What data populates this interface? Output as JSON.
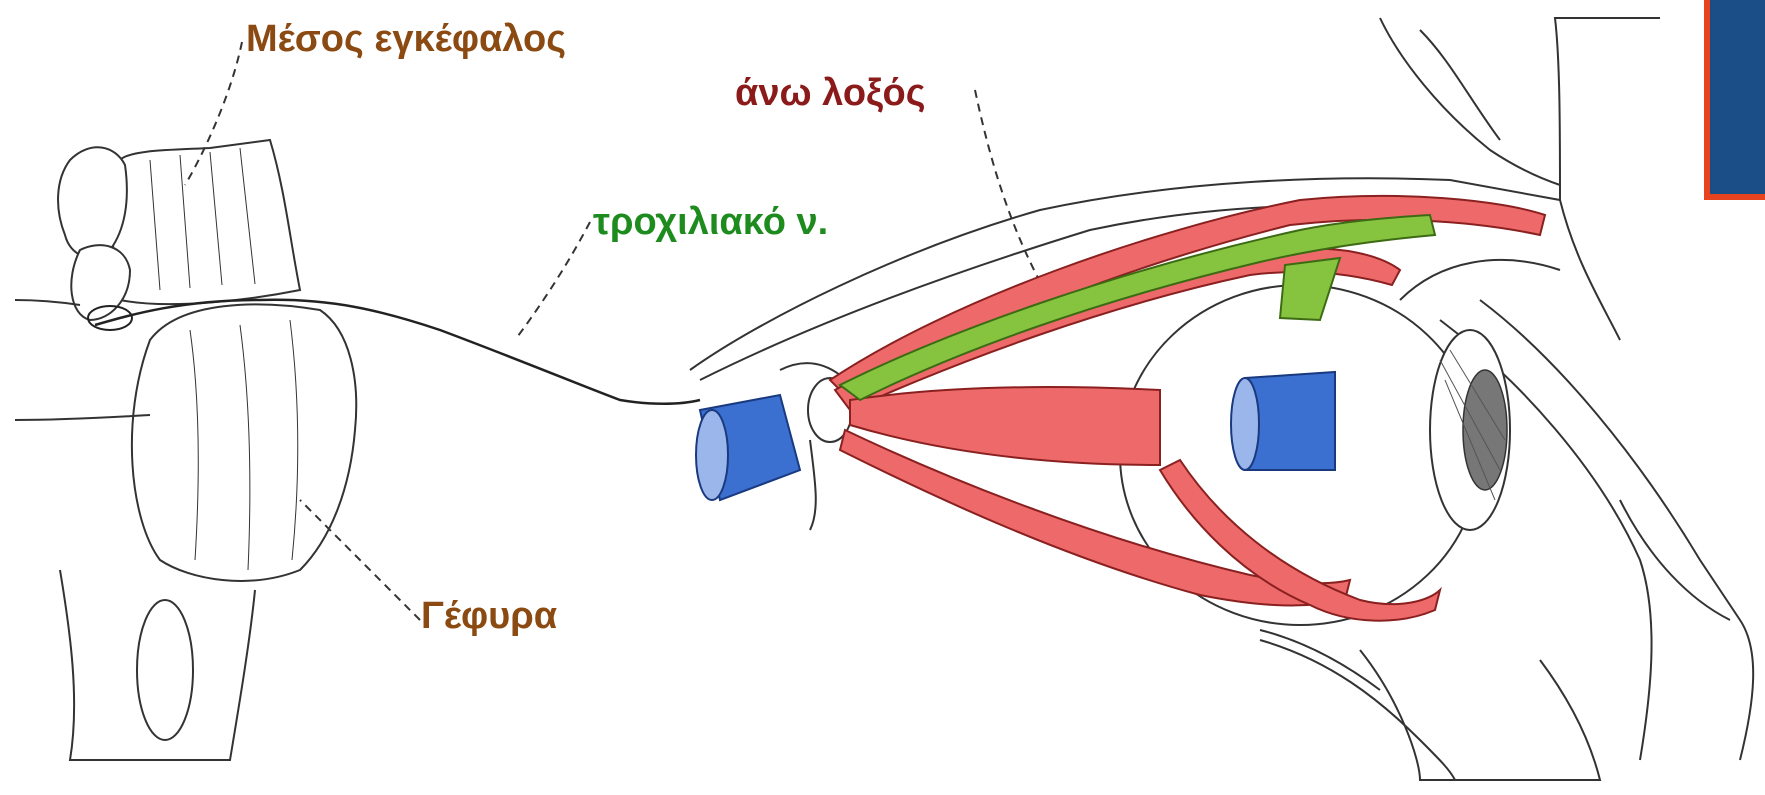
{
  "labels": {
    "midbrain": "Μέσος εγκέφαλος",
    "superior_oblique": "άνω λοξός",
    "trochlear_nerve": "τροχιλιακό ν.",
    "pons": "Γέφυρα"
  },
  "colors": {
    "midbrain_label": "#8B4A12",
    "pons_label": "#8B4A12",
    "superior_oblique_label": "#8B1A1A",
    "trochlear_label": "#1E8B1E",
    "muscle_fill": "#EE6A6A",
    "muscle_stroke": "#8A2020",
    "trochlear_muscle_fill": "#86C440",
    "optic_nerve_fill": "#3B6FD0",
    "outline_stroke": "#333333",
    "corner_box_fill": "#1B4E86",
    "corner_box_border": "#E8431F"
  }
}
